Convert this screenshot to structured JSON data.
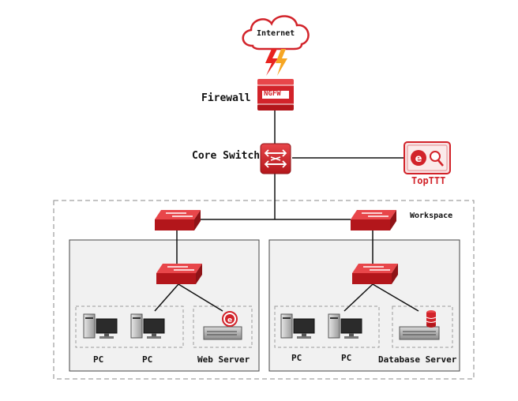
{
  "nodes": {
    "internet": {
      "label": "Internet"
    },
    "firewall": {
      "label": "Firewall",
      "badge": "NGFW"
    },
    "core_switch": {
      "label": "Core Switch"
    },
    "toptt": {
      "label": "TopTTT"
    }
  },
  "workspace": {
    "label": "Workspace",
    "left_group": {
      "devices": [
        {
          "label": "PC"
        },
        {
          "label": "PC"
        },
        {
          "label": "Web Server"
        }
      ]
    },
    "right_group": {
      "devices": [
        {
          "label": "PC"
        },
        {
          "label": "PC"
        },
        {
          "label": "Database Server"
        }
      ]
    }
  },
  "colors": {
    "device_red": "#d2232a",
    "device_red_dark": "#9e1a1f",
    "line": "#111111",
    "group_fill": "#f1f1f1",
    "dashed_border": "#8a8a8a",
    "lightning_red": "#e8231f",
    "lightning_orange": "#f6a623"
  }
}
